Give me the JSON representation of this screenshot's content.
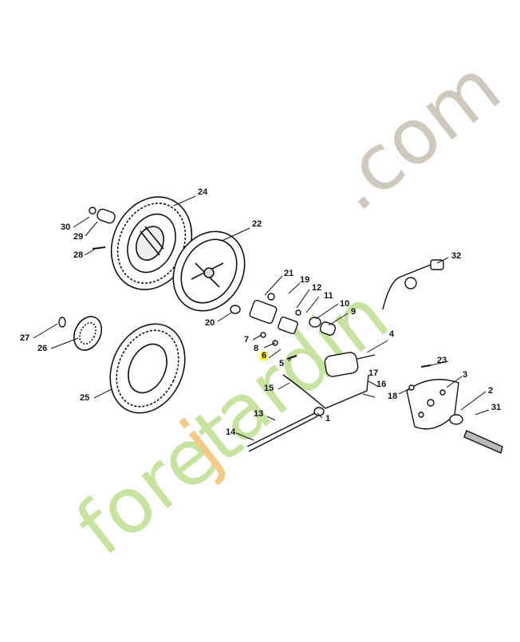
{
  "watermark": {
    "brand_green": "foret",
    "brand_orange": "j",
    "brand_green2": "ardin",
    "brand_grey": ".com",
    "colors": {
      "green": "#c7e3a0",
      "orange": "#f5c98a",
      "grey": "#cfc8bf"
    }
  },
  "highlight_color": "#fff23a",
  "parts": {
    "p1": "1",
    "p2": "2",
    "p3": "3",
    "p4": "4",
    "p5": "5",
    "p6": "6",
    "p7": "7",
    "p8": "8",
    "p9": "9",
    "p10": "10",
    "p11": "11",
    "p12": "12",
    "p13": "13",
    "p14": "14",
    "p15": "15",
    "p16": "16",
    "p17": "17",
    "p18": "18",
    "p19": "19",
    "p20": "20",
    "p21": "21",
    "p22": "22",
    "p23": "23",
    "p24": "24",
    "p25": "25",
    "p26": "26",
    "p27": "27",
    "p28": "28",
    "p29": "29",
    "p30": "30",
    "p31": "31",
    "p32": "32"
  },
  "highlighted_part": "6"
}
